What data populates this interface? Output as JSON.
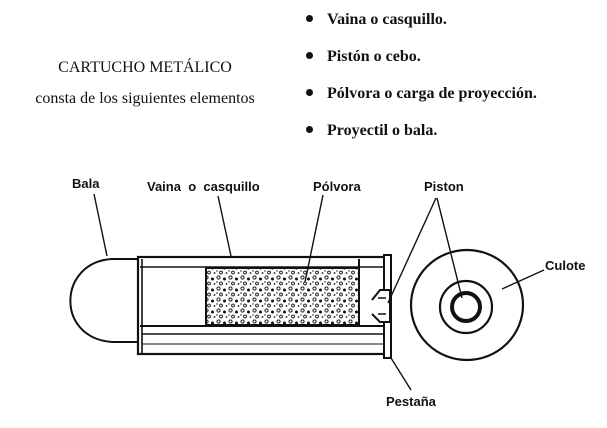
{
  "heading": {
    "title": "CARTUCHO METÁLICO",
    "subtitle": "consta de los siguientes elementos"
  },
  "elements": [
    "Vaina o casquillo.",
    "Pistón o cebo.",
    "Pólvora o carga de proyección.",
    "Proyectil o bala."
  ],
  "diagram_labels": {
    "bala": "Bala",
    "vaina": "Vaina  o  casquillo",
    "polvora": "Pólvora",
    "piston": "Piston",
    "culote": "Culote",
    "pestana": "Pestaña"
  }
}
